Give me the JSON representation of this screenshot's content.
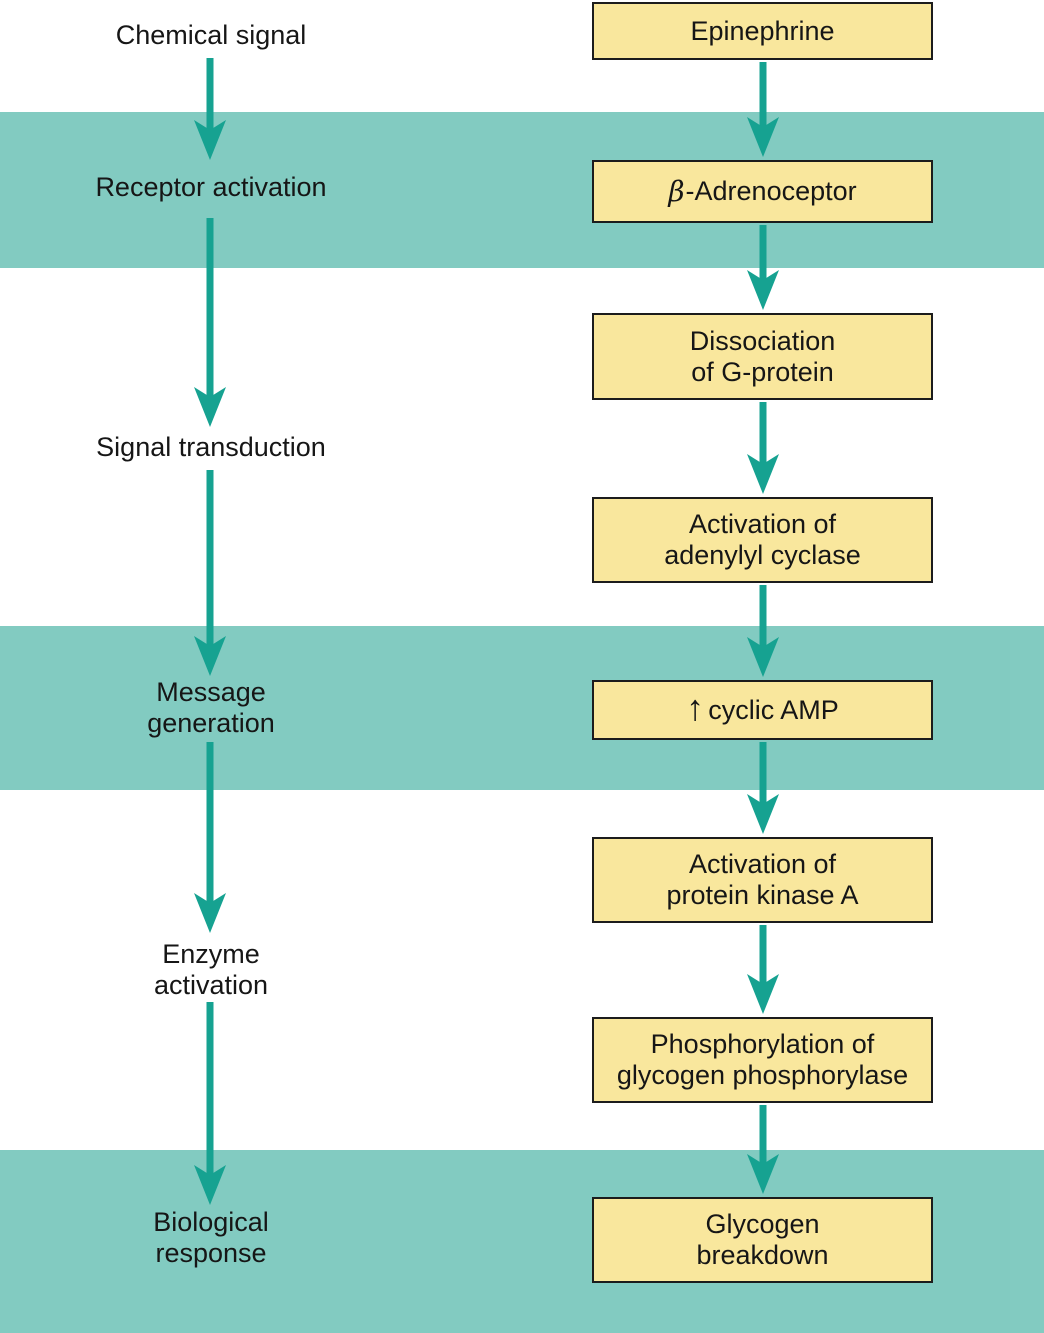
{
  "palette": {
    "band_teal": "#82CBC1",
    "arrow_teal": "#16A291",
    "box_fill": "#F9E79D",
    "box_border": "#1c1c1c",
    "text": "#161616",
    "background": "#ffffff"
  },
  "diagram": {
    "stages": [
      {
        "label": "Chemical signal"
      },
      {
        "label": "Receptor activation"
      },
      {
        "label": "Signal transduction"
      },
      {
        "label": "Message\ngeneration"
      },
      {
        "label": "Enzyme\nactivation"
      },
      {
        "label": "Biological\nresponse"
      }
    ],
    "steps": [
      {
        "label": "Epinephrine"
      },
      {
        "symbol": "β",
        "label": "-Adrenoceptor"
      },
      {
        "label": "Dissociation\nof G-protein"
      },
      {
        "label": "Activation of\nadenylyl cyclase"
      },
      {
        "icon": "↑",
        "label": "cyclic AMP"
      },
      {
        "label": "Activation of\nprotein kinase A"
      },
      {
        "label": "Phosphorylation of\nglycogen phosphorylase"
      },
      {
        "label": "Glycogen\nbreakdown"
      }
    ]
  }
}
